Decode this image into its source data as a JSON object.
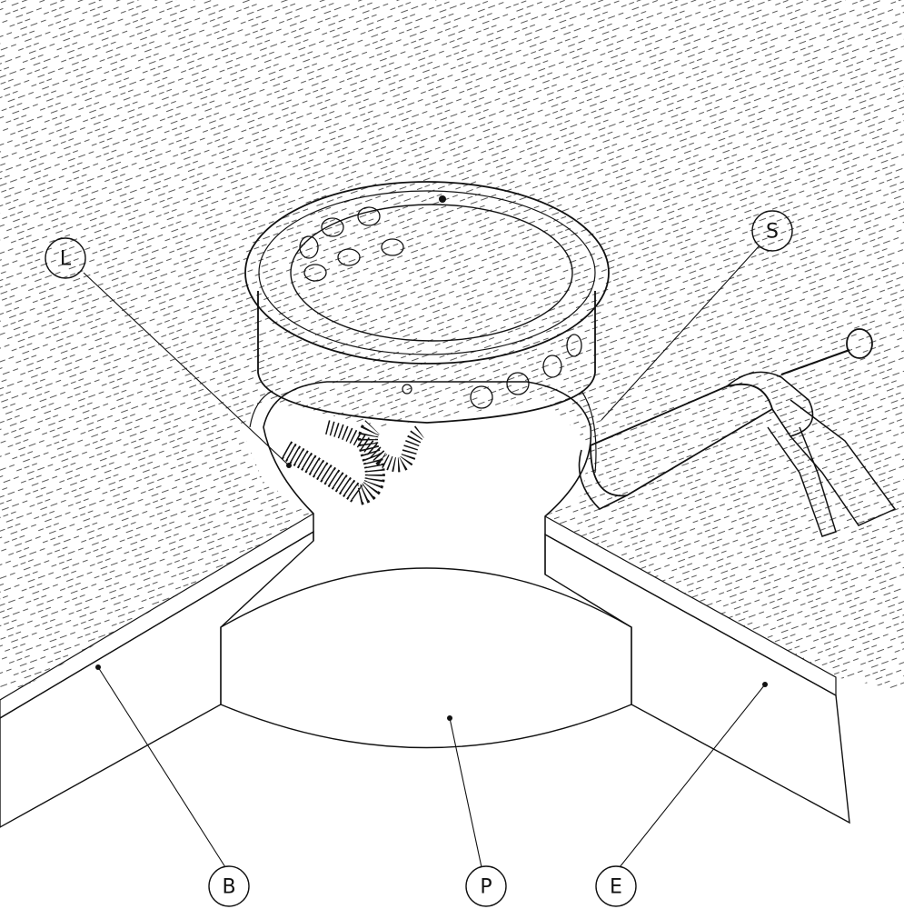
{
  "callouts": {
    "L": "L",
    "S": "S",
    "B": "B",
    "P": "P",
    "E": "E"
  },
  "colors": {
    "ink": "#111111",
    "paper": "#ffffff"
  }
}
